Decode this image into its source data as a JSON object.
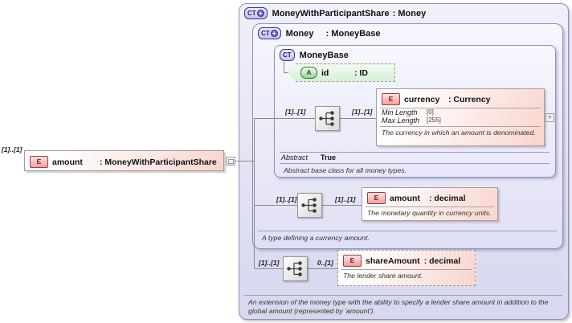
{
  "colors": {
    "ct_border": "#8f8fc2",
    "ct_fill_top": "#f0f0fa",
    "ct_fill_bottom": "#d7d7ee",
    "element_border": "#a89a9a",
    "element_fill_pink": "#f8d5cd",
    "attribute_fill_green": "#d5efd5",
    "badge_red": "#a33a3a",
    "badge_blue": "#32329a",
    "badge_green": "#2f6f2f",
    "connector": "#8a8a8a"
  },
  "badges": {
    "ct": "CT",
    "plus": "+",
    "element": "E",
    "attribute": "A",
    "expand": "+"
  },
  "root_element": {
    "cardinality": "[1]..[1]",
    "name": "amount",
    "type": ": MoneyWithParticipantShare"
  },
  "outer_ct": {
    "name": "MoneyWithParticipantShare",
    "type": ": Money",
    "annotation": "An extension of the money type with the ability to specify a lender share amount in addition to the global amount (represented by 'amount')."
  },
  "money_ct": {
    "name": "Money",
    "type": ": MoneyBase",
    "annotation": "A type defining a currency amount."
  },
  "moneybase_ct": {
    "name": "MoneyBase",
    "abstract_label": "Abstract",
    "abstract_value": "True",
    "annotation": "Abstract base class for all money types."
  },
  "attribute": {
    "name": "id",
    "type": ": ID"
  },
  "rows": {
    "currency": {
      "card_left": "[1]..[1]",
      "card_right": "[1]..[1]",
      "name": "currency",
      "type": ": Currency",
      "facets": [
        {
          "label": "Min Length",
          "value": "[0]"
        },
        {
          "label": "Max Length",
          "value": "[255]"
        }
      ],
      "annotation": "The currency in which an amount is denominated."
    },
    "amount": {
      "card_left": "[1]..[1]",
      "card_right": "[1]..[1]",
      "name": "amount",
      "type": ": decimal",
      "annotation": "The monetary quantity in currency units."
    },
    "share": {
      "card_left": "[1]..[1]",
      "card_right": "0..[1]",
      "name": "shareAmount",
      "type": ": decimal",
      "annotation": "The lender share amount."
    }
  }
}
